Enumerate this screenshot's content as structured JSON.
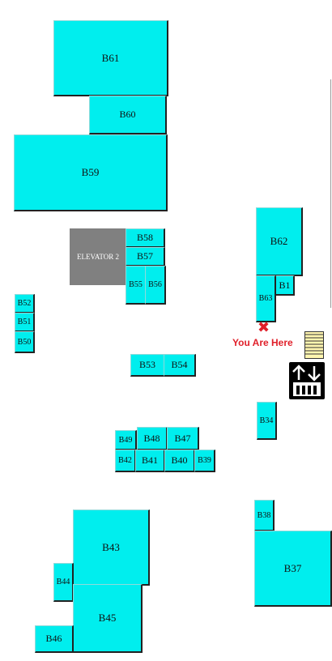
{
  "booths": {
    "b61": "B61",
    "b60": "B60",
    "b59": "B59",
    "b58": "B58",
    "b57": "B57",
    "b55": "B55",
    "b56": "B56",
    "b62": "B62",
    "b1": "B1",
    "b63": "B63",
    "b52": "B52",
    "b51": "B51",
    "b50": "B50",
    "b53": "B53",
    "b54": "B54",
    "b34": "B34",
    "b49": "B49",
    "b48": "B48",
    "b47": "B47",
    "b42": "B42",
    "b41": "B41",
    "b40": "B40",
    "b39": "B39",
    "b38": "B38",
    "b37": "B37",
    "b43": "B43",
    "b44": "B44",
    "b45": "B45",
    "b46": "B46"
  },
  "elevator": "ELEVATOR 2",
  "you_are_here": "You Are Here",
  "marker_symbol": "✖",
  "colors": {
    "booth": "#00eeee",
    "elevator": "#808080",
    "marker": "#e0202a"
  },
  "icons": [
    "stairs-icon",
    "elevator-icon",
    "you-are-here-marker"
  ]
}
